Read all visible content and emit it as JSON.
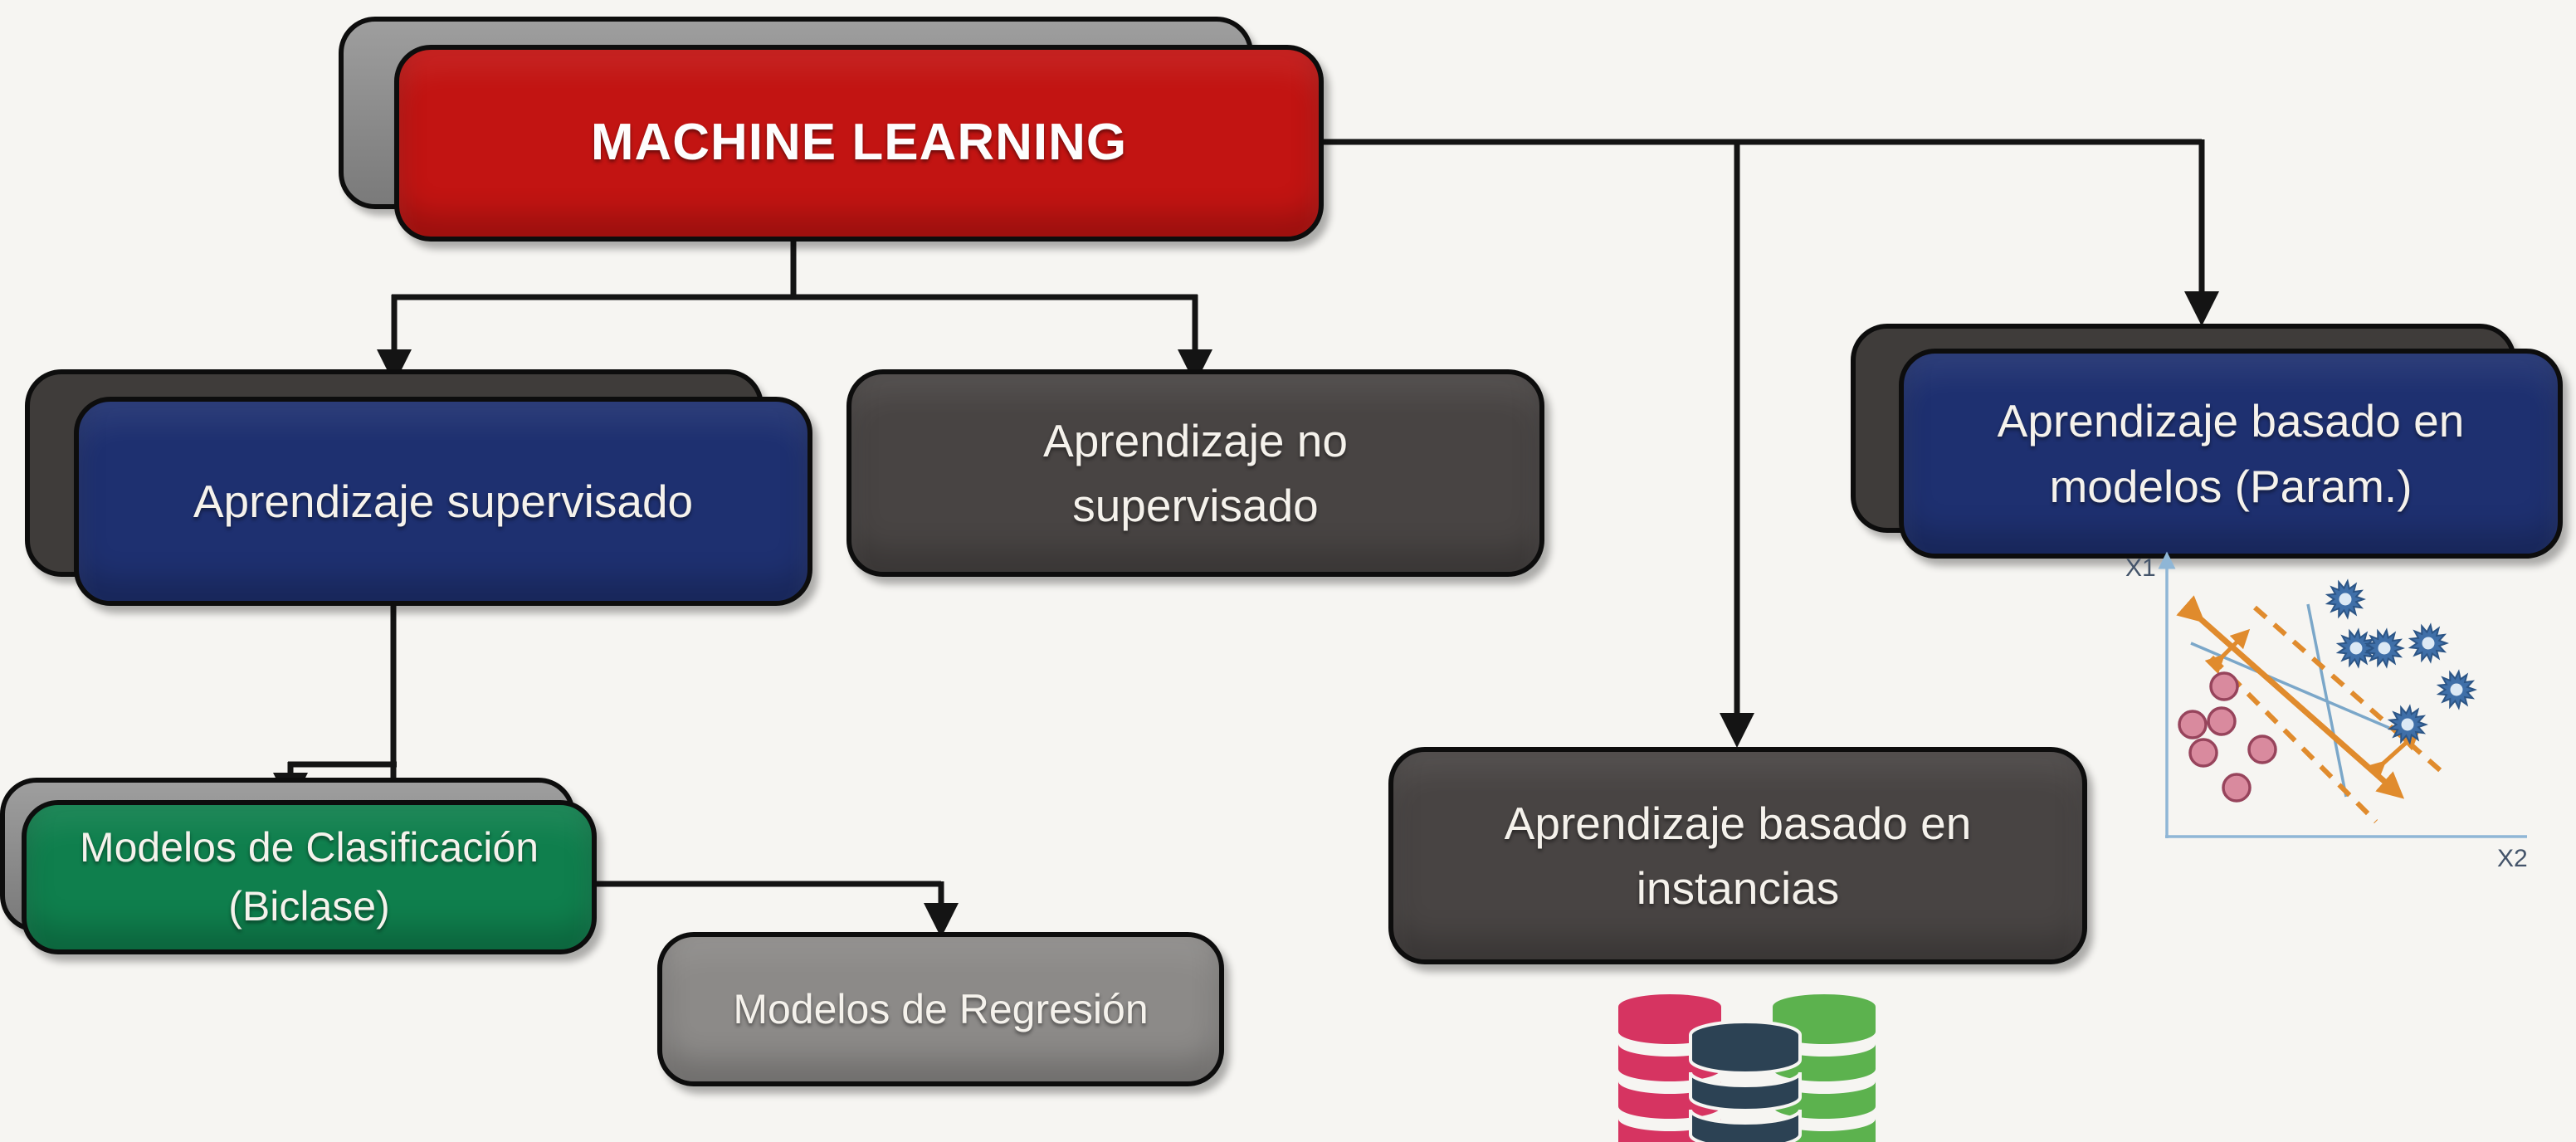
{
  "title": "MACHINE LEARNING",
  "nodes": {
    "machine_learning": {
      "label": "MACHINE LEARNING"
    },
    "supervised": {
      "label": "Aprendizaje supervisado"
    },
    "unsupervised": {
      "label": "Aprendizaje no supervisado"
    },
    "model_based": {
      "label": "Aprendizaje basado en modelos (Param.)"
    },
    "instance_based": {
      "label": "Aprendizaje basado en instancias"
    },
    "classification": {
      "label": "Modelos de Clasificación (Biclase)"
    },
    "regression": {
      "label": "Modelos de Regresión"
    }
  },
  "colors": {
    "red": "#c21412",
    "navy": "#1e3070",
    "dark_gray": "#484443",
    "green": "#0f7f4d",
    "mid_gray": "#8c8a88",
    "dark_shadow": "#3f3c3a",
    "line_black": "#141414",
    "text_light": "#f5f2ec",
    "bg": "#f6f5f2",
    "axis_blue": "#8fb6d6",
    "point_pink": "#d98a9e",
    "point_pink_stroke": "#97445c",
    "star_blue": "#3f6fa8",
    "orange": "#e08b2d",
    "db_pink": "#d63461",
    "db_navy": "#2c4254",
    "db_green": "#5cb24e"
  },
  "icons": {
    "database_stack": "database-cylinders",
    "scatter_inset": "svm-margin-scatter"
  },
  "scatter": {
    "y_axis_label": "X1",
    "x_axis_label": "X2",
    "class_a_points": [
      [
        135,
        167
      ],
      [
        97,
        213
      ],
      [
        132,
        209
      ],
      [
        110,
        247
      ],
      [
        181,
        243
      ],
      [
        150,
        289
      ]
    ],
    "class_b_points": [
      [
        281,
        62
      ],
      [
        294,
        121
      ],
      [
        328,
        121
      ],
      [
        381,
        115
      ],
      [
        415,
        171
      ],
      [
        356,
        213
      ]
    ],
    "separator_line": [
      100,
      80,
      340,
      292
    ],
    "margin_lines": [
      [
        120,
        132,
        318,
        330
      ],
      [
        172,
        72,
        402,
        274
      ]
    ],
    "alt_lines": [
      [
        95,
        115,
        355,
        226
      ],
      [
        236,
        68,
        282,
        300
      ]
    ],
    "margin_arrows": [
      [
        128,
        136,
        158,
        106
      ],
      [
        322,
        264,
        362,
        228
      ]
    ]
  }
}
